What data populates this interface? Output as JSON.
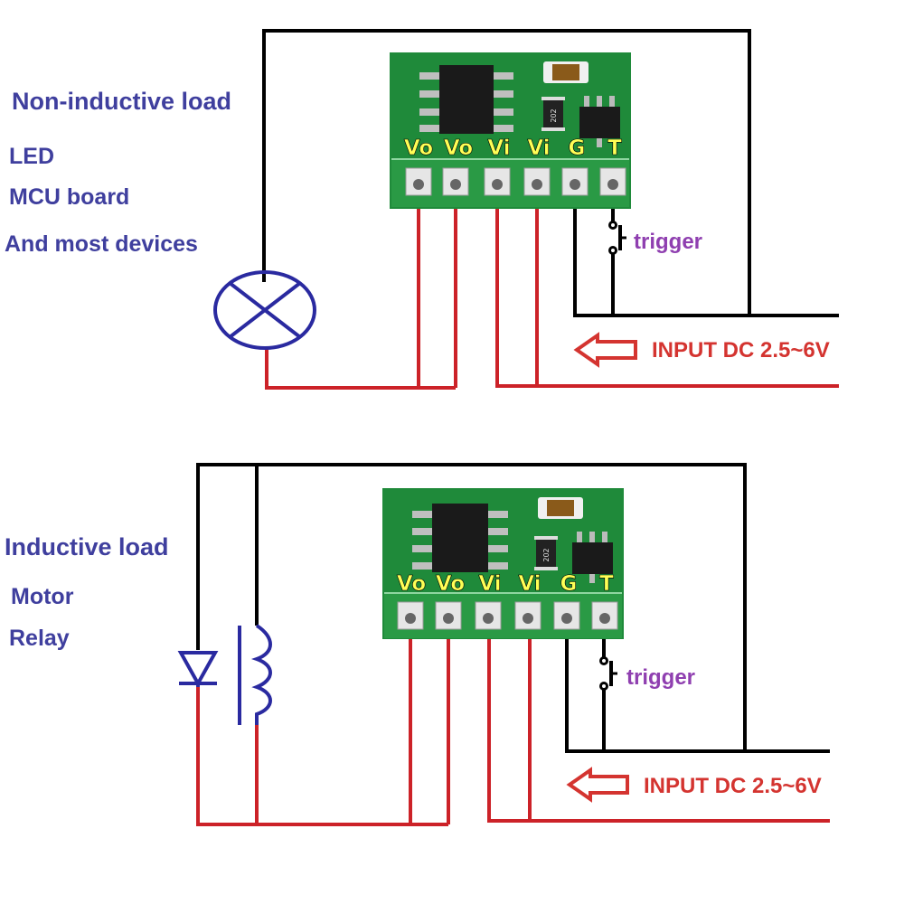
{
  "colors": {
    "text_blue": "#3f3f9e",
    "text_red": "#d43430",
    "text_purple": "#8f3fb0",
    "wire_black": "#000000",
    "wire_red": "#cc2228",
    "pcb_green": "#1f8a3a",
    "pin_label_yellow": "#ffff55"
  },
  "pin_labels": [
    "Vo",
    "Vo",
    "Vi",
    "Vi",
    "G",
    "T"
  ],
  "top": {
    "title": "Non-inductive load",
    "items": [
      "LED",
      "MCU board",
      "And most devices"
    ],
    "load_symbol": "lamp-icon",
    "switch_label": "trigger",
    "input_label": "INPUT DC 2.5~6V"
  },
  "bottom": {
    "title": "Inductive load",
    "items": [
      "Motor",
      "Relay"
    ],
    "load_symbol": "coil-with-diode-icon",
    "switch_label": "trigger",
    "input_label": "INPUT DC 2.5~6V"
  }
}
